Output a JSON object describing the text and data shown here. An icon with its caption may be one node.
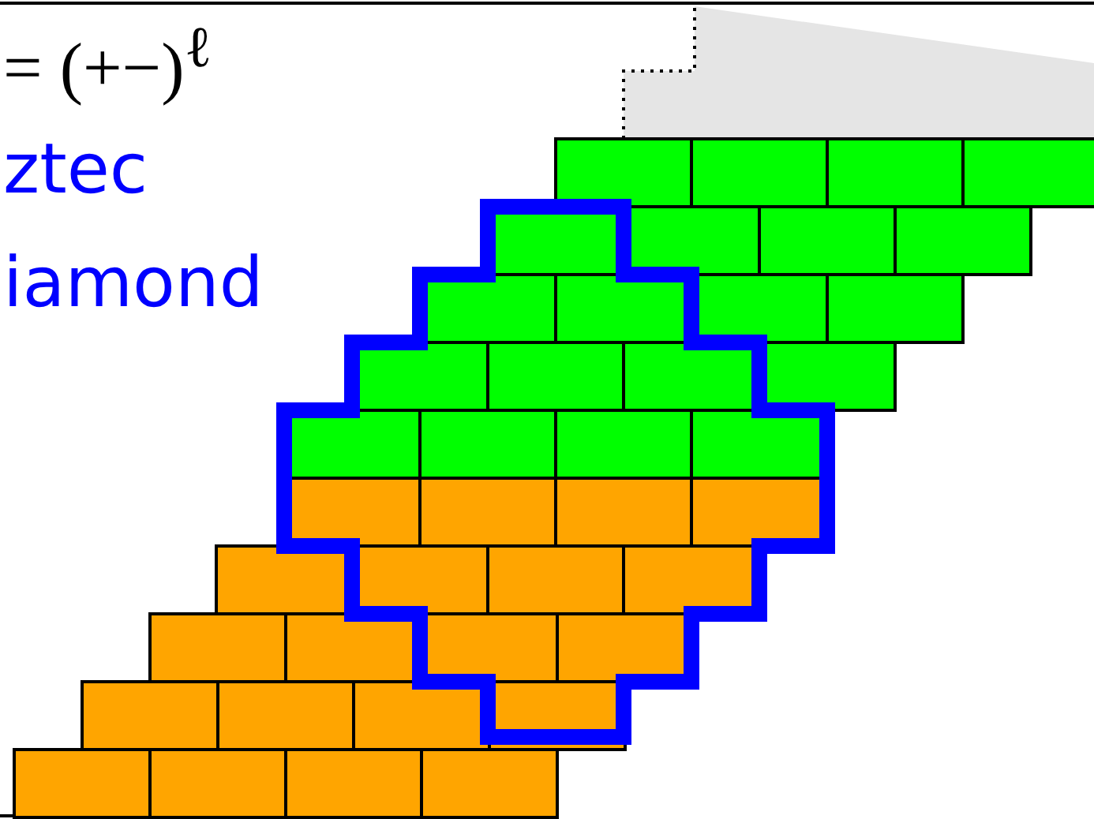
{
  "diagram": {
    "labels": [
      "= (+−)$^{ℓ}$",
      "ztec",
      "iamond"
    ]
  }
}
